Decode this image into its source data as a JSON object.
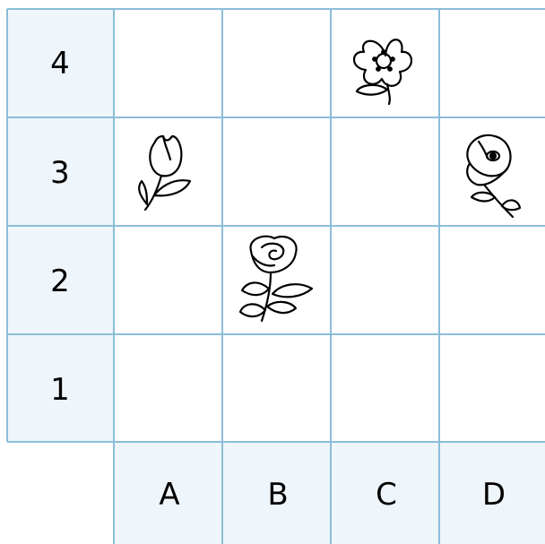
{
  "grid": {
    "row_labels": [
      "4",
      "3",
      "2",
      "1"
    ],
    "col_labels": [
      "A",
      "B",
      "C",
      "D"
    ],
    "header_fill": "#eef5fb",
    "line_color": "#8cbdd9"
  },
  "flowers": [
    {
      "name": "wild-rose",
      "icon": "wild-rose-flower-icon",
      "col": "C",
      "row": "4"
    },
    {
      "name": "tulip",
      "icon": "tulip-flower-icon",
      "col": "A",
      "row": "3"
    },
    {
      "name": "poppy",
      "icon": "poppy-flower-icon",
      "col": "D",
      "row": "3"
    },
    {
      "name": "rose",
      "icon": "rose-flower-icon",
      "col": "B",
      "row": "2"
    }
  ]
}
